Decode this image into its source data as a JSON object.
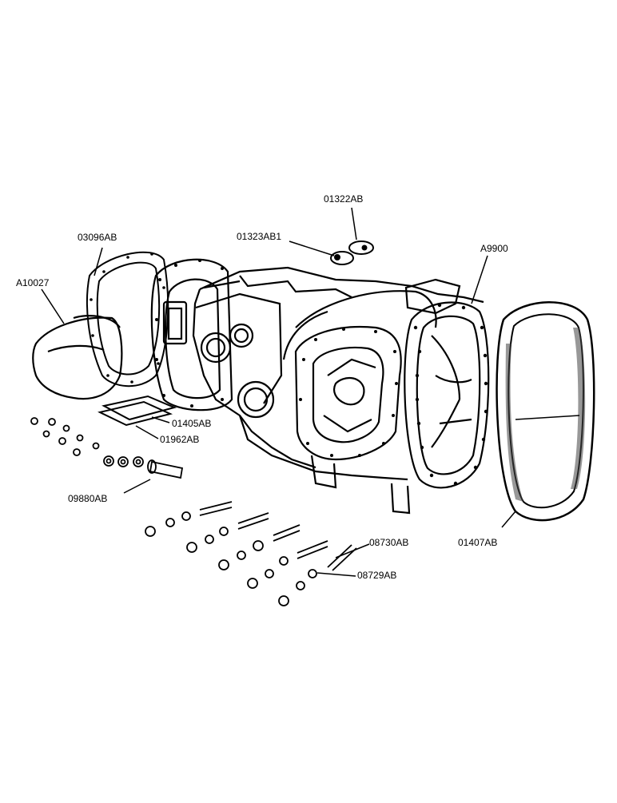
{
  "diagram": {
    "labels": {
      "l01322AB": "01322AB",
      "l01323AB1": "01323AB1",
      "l03096AB": "03096AB",
      "lA9900": "A9900",
      "lA10027": "A10027",
      "l01405AB": "01405AB",
      "l01962AB": "01962AB",
      "l09880AB": "09880AB",
      "l08730AB": "08730AB",
      "l08729AB": "08729AB",
      "l01407AB": "01407AB"
    }
  }
}
